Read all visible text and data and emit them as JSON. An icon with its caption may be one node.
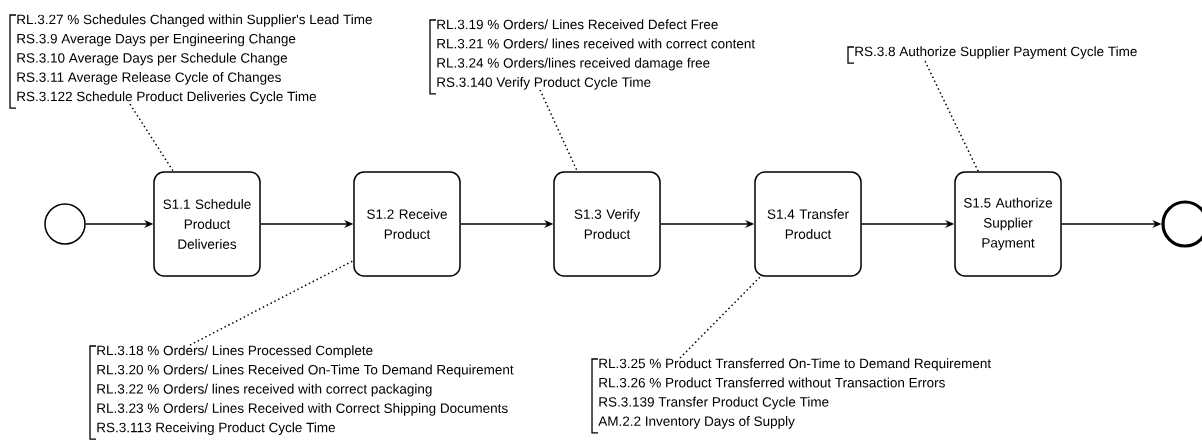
{
  "diagram": {
    "nodes": [
      {
        "text": [
          "RL.3.27 % Schedules Changed within Supplier's Lead Time",
          "RS.3.9 Average Days per Engineering Change",
          "RS.3.10 Average Days per Schedule Change",
          "RS.3.11 Average Release Cycle of Changes",
          "RS.3.122 Schedule Product Deliveries Cycle Time"
        ]
      },
      {
        "text": [
          "RL.3.19 % Orders/ Lines Received Defect Free",
          "RL.3.21 % Orders/ lines received with correct content",
          "RL.3.24 % Orders/lines received damage free",
          "RS.3.140 Verify Product Cycle Time"
        ]
      },
      {
        "text": [
          "RS.3.8 Authorize Supplier Payment Cycle Time"
        ]
      },
      {
        "text": [],
        "shape": "circle"
      },
      {
        "text": [
          "S1.1 Schedule Product Deliveries"
        ]
      },
      {
        "text": [
          "S1.2 Receive Product"
        ]
      },
      {
        "text": [
          "S1.3 Verify Product"
        ]
      },
      {
        "text": [
          "S1.4 Transfer Product"
        ]
      },
      {
        "text": [
          "S1.5 Authorize Supplier Payment"
        ]
      },
      {
        "text": [],
        "shape": "circle"
      },
      {
        "text": [
          "RL.3.18 % Orders/ Lines Processed Complete",
          "RL.3.20 % Orders/ Lines Received On-Time To Demand Requirement",
          "RL.3.22 % Orders/ lines received with correct packaging",
          "RL.3.23 % Orders/ Lines Received with Correct Shipping Documents",
          "RS.3.113 Receiving Product Cycle Time"
        ]
      },
      {
        "text": [
          "RL.3.25 % Product Transferred On-Time to Demand Requirement",
          "RL.3.26 % Product Transferred without Transaction Errors",
          "RS.3.139 Transfer Product Cycle Time",
          "AM.2.2 Inventory Days of Supply"
        ]
      }
    ],
    "edges": [
      {
        "from": 3,
        "to": 4,
        "arrow": "to"
      },
      {
        "from": 4,
        "to": 5,
        "arrow": "to"
      },
      {
        "from": 5,
        "to": 6,
        "arrow": "to"
      },
      {
        "from": 6,
        "to": 7,
        "arrow": "to"
      },
      {
        "from": 7,
        "to": 8,
        "arrow": "to"
      },
      {
        "from": 8,
        "to": 9,
        "arrow": "to"
      },
      {
        "from": 0,
        "to": 4,
        "arrow": "none",
        "style": "dashed"
      },
      {
        "from": 1,
        "to": 6,
        "arrow": "none",
        "style": "dashed"
      },
      {
        "from": 2,
        "to": 8,
        "arrow": "none",
        "style": "dashed"
      },
      {
        "from": 10,
        "to": 5,
        "arrow": "none",
        "style": "dashed"
      },
      {
        "from": 11,
        "to": 7,
        "arrow": "none",
        "style": "dashed"
      }
    ]
  }
}
